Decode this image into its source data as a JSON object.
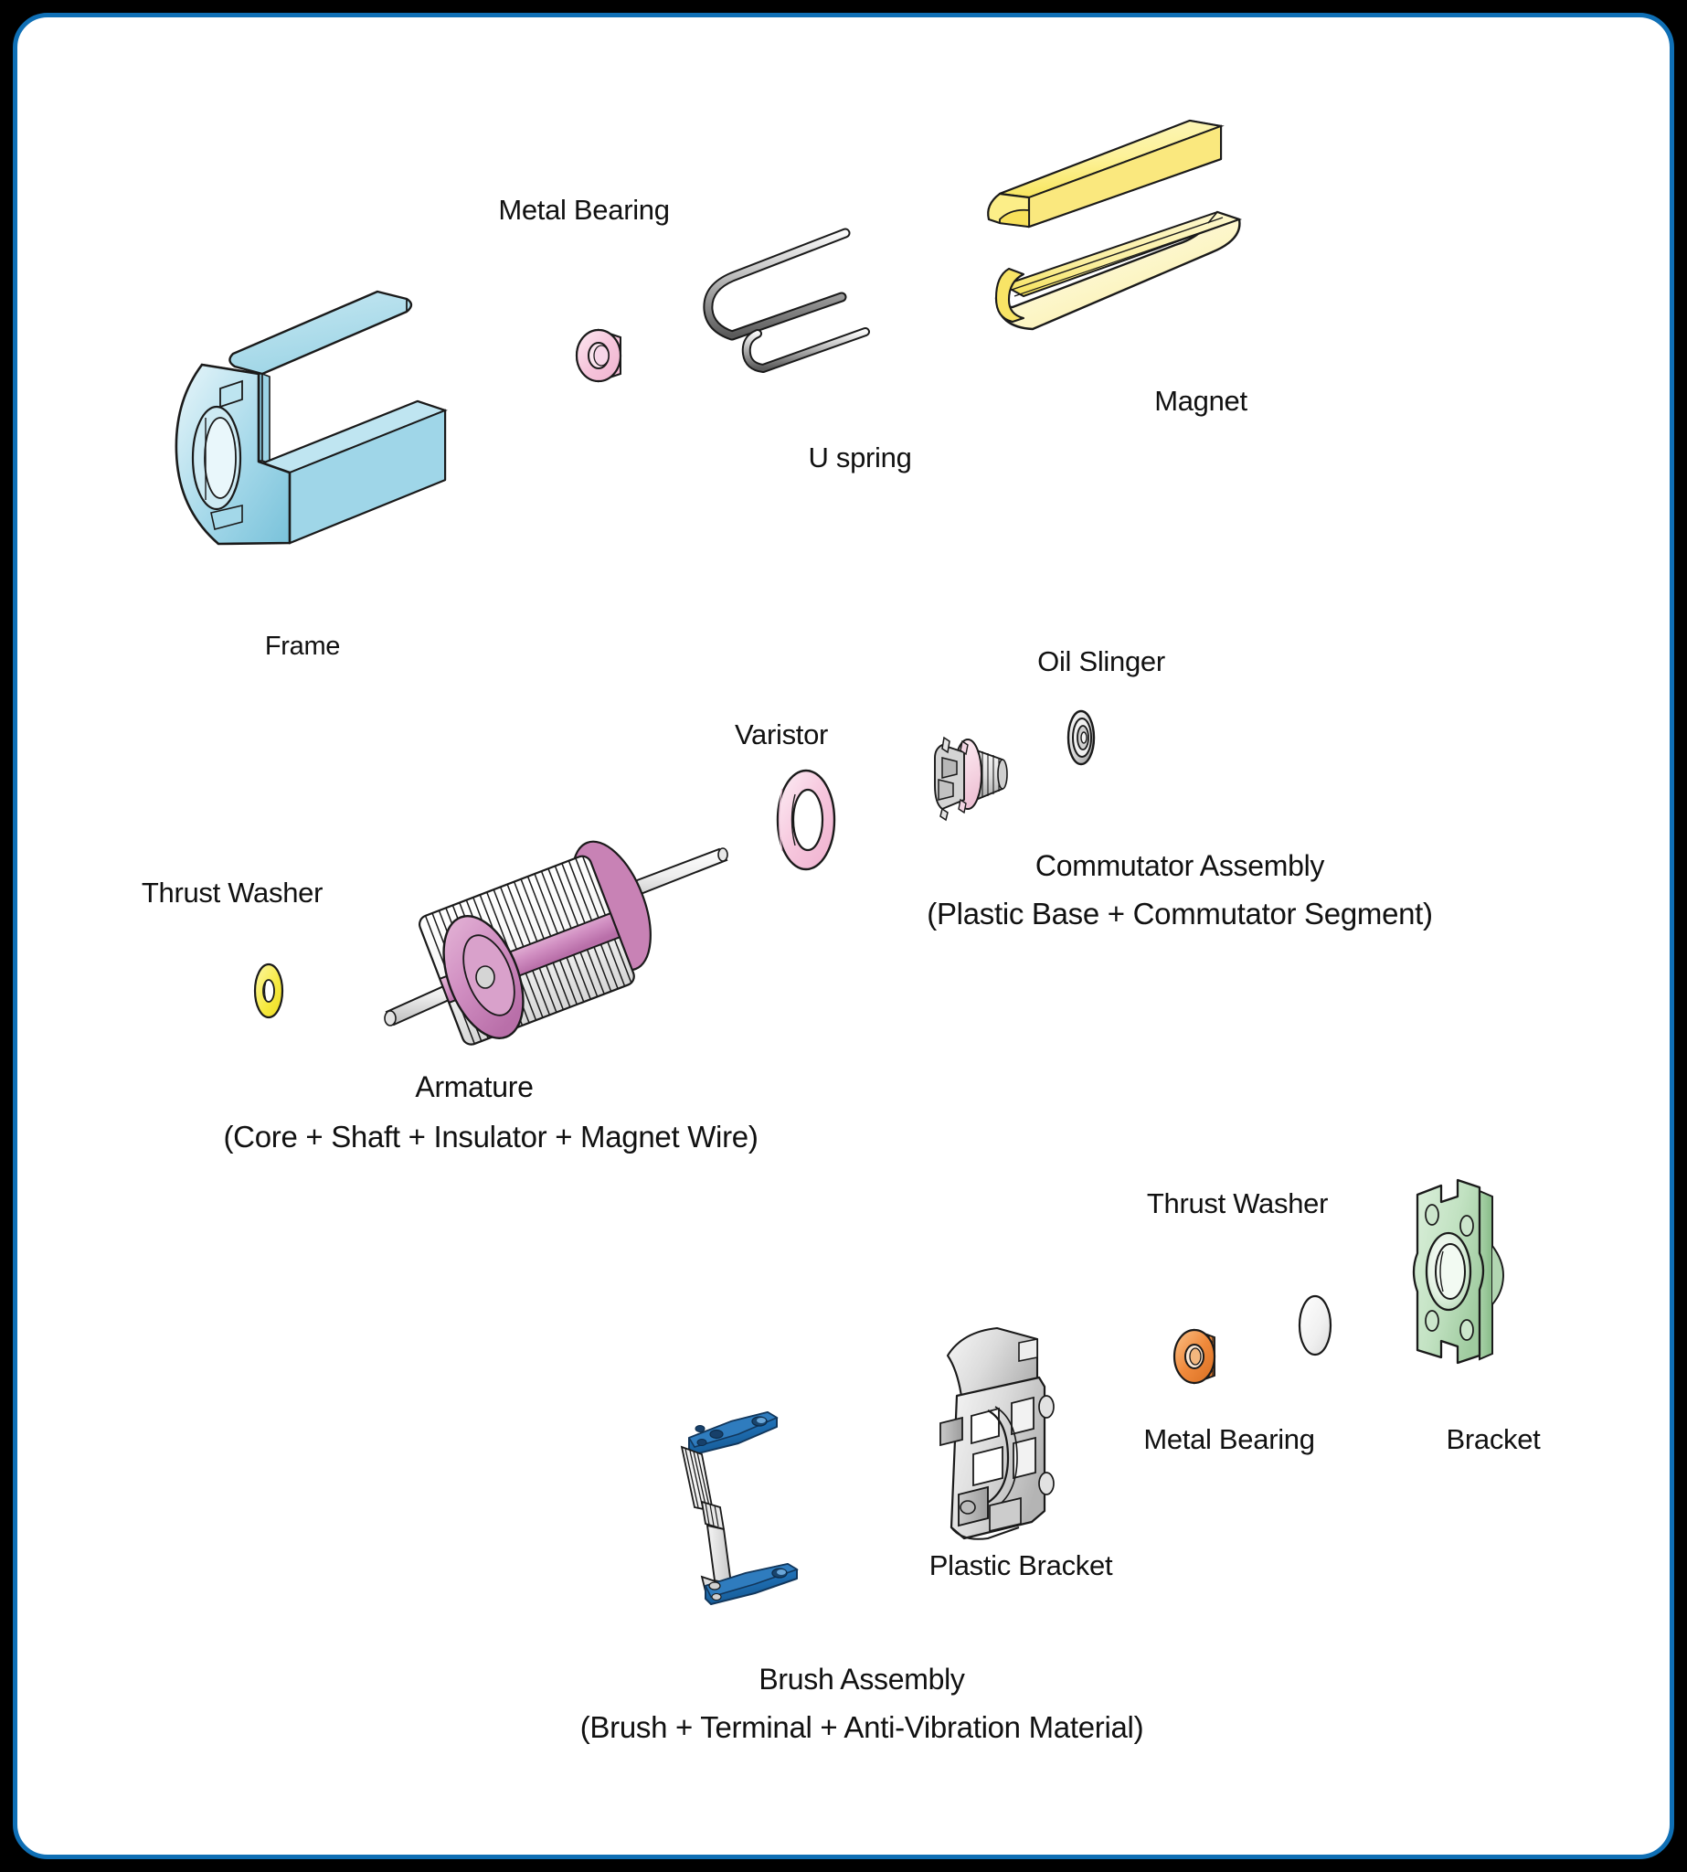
{
  "diagram": {
    "type": "exploded-view",
    "subject": "DC motor component breakdown",
    "border_color": "#0f6fb5",
    "background_color": "#000000",
    "canvas_color": "#ffffff"
  },
  "labels": {
    "metal_bearing_top": "Metal Bearing",
    "u_spring": "U spring",
    "magnet": "Magnet",
    "frame": "Frame",
    "oil_slinger": "Oil Slinger",
    "varistor": "Varistor",
    "thrust_washer_mid": "Thrust Washer",
    "commutator_assembly_line1": "Commutator Assembly",
    "commutator_assembly_line2": "(Plastic Base + Commutator Segment)",
    "armature_line1": "Armature",
    "armature_line2": "(Core + Shaft + Insulator + Magnet Wire)",
    "thrust_washer_bottom": "Thrust Washer",
    "metal_bearing_bottom": "Metal Bearing",
    "bracket": "Bracket",
    "plastic_bracket": "Plastic Bracket",
    "brush_assembly_line1": "Brush Assembly",
    "brush_assembly_line2": "(Brush + Terminal + Anti-Vibration Material)"
  },
  "parts": [
    {
      "name": "frame",
      "label": "Frame",
      "color": "#a9dcea"
    },
    {
      "name": "metal-bearing-top",
      "label": "Metal Bearing",
      "color": "#f7c9dd"
    },
    {
      "name": "u-spring",
      "label": "U spring",
      "color": "#d8d8d8"
    },
    {
      "name": "magnet",
      "label": "Magnet",
      "color": "#f9ee7a"
    },
    {
      "name": "thrust-washer-mid",
      "label": "Thrust Washer",
      "color": "#f6ea55"
    },
    {
      "name": "armature",
      "label": "Armature",
      "color": "#d695c2"
    },
    {
      "name": "varistor",
      "label": "Varistor",
      "color": "#f6c8dc"
    },
    {
      "name": "commutator-assembly",
      "label": "Commutator Assembly",
      "color": "#f9dde7"
    },
    {
      "name": "oil-slinger",
      "label": "Oil Slinger",
      "color": "#e8e8e8"
    },
    {
      "name": "brush-assembly",
      "label": "Brush Assembly",
      "color": "#1f6fb4"
    },
    {
      "name": "plastic-bracket",
      "label": "Plastic Bracket",
      "color": "#dcdcdc"
    },
    {
      "name": "metal-bearing-bottom",
      "label": "Metal Bearing",
      "color": "#f08a3c"
    },
    {
      "name": "thrust-washer-bottom",
      "label": "Thrust Washer",
      "color": "#ededed"
    },
    {
      "name": "bracket",
      "label": "Bracket",
      "color": "#c4e0c4"
    }
  ]
}
